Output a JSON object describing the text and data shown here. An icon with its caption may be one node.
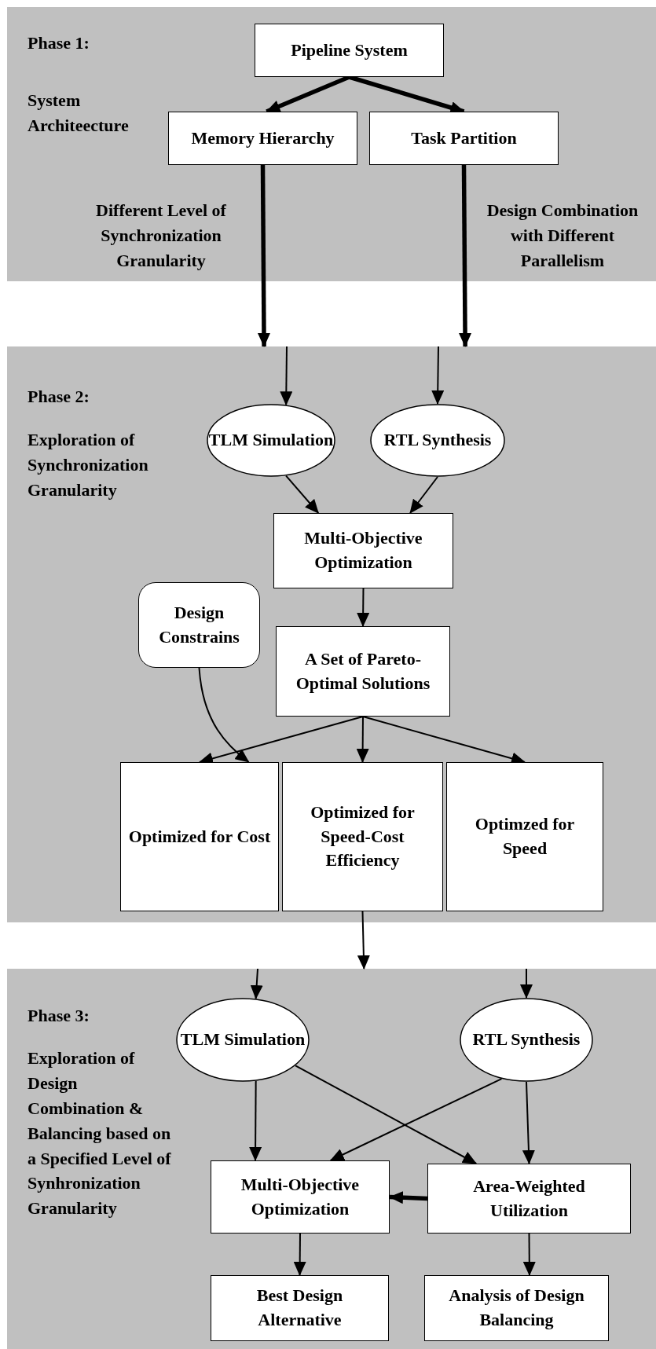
{
  "diagram": {
    "nodes": [
      {
        "text": [
          "Phase 1:",
          "System Architeecture"
        ]
      },
      {
        "text": [
          "Pipeline System"
        ],
        "in": 0
      },
      {
        "text": [
          "Memory Hierarchy"
        ],
        "in": 0
      },
      {
        "text": [
          "Task Partition"
        ],
        "in": 0
      },
      {
        "text": [
          "Phase 2:",
          "Exploration of Synchronization Granularity"
        ]
      },
      {
        "text": [
          "TLM Simulation"
        ],
        "in": 4
      },
      {
        "text": [
          "RTL Synthesis"
        ],
        "in": 4
      },
      {
        "text": [
          "Multi-Objective Optimization"
        ],
        "in": 4
      },
      {
        "text": [
          "Design Constrains"
        ],
        "in": 4
      },
      {
        "text": [
          "A Set of Pareto-Optimal Solutions"
        ],
        "in": 4
      },
      {
        "text": [
          "Optimized for Cost"
        ],
        "in": 4
      },
      {
        "text": [
          "Optimized for Speed-Cost Efficiency"
        ],
        "in": 4
      },
      {
        "text": [
          "Optimzed for Speed"
        ],
        "in": 4
      },
      {
        "text": [
          "Phase 3:",
          "Exploration of Design Combination & Balancing based on a Specified Level of Synhronization Granularity"
        ]
      },
      {
        "text": [
          "TLM Simulation"
        ],
        "in": 13
      },
      {
        "text": [
          "RTL Synthesis"
        ],
        "in": 13
      },
      {
        "text": [
          "Multi-Objective Optimization"
        ],
        "in": 13
      },
      {
        "text": [
          "Area-Weighted Utilization"
        ],
        "in": 13
      },
      {
        "text": [
          "Best Design Alternative"
        ],
        "in": 13
      },
      {
        "text": [
          "Analysis of Design Balancing"
        ],
        "in": 13
      }
    ],
    "edges": [
      {
        "from": 1,
        "to": 2,
        "arrow": "to",
        "style": "thick"
      },
      {
        "from": 1,
        "to": 3,
        "arrow": "to",
        "style": "thick"
      },
      {
        "from": 2,
        "to": 4,
        "arrow": "to",
        "style": "thick",
        "label": "Different Level of Synchronization Granularity"
      },
      {
        "from": 3,
        "to": 4,
        "arrow": "to",
        "style": "thick",
        "label": "Design Combination with Different Parallelism"
      },
      {
        "from": null,
        "to": 5,
        "arrow": "to"
      },
      {
        "from": null,
        "to": 6,
        "arrow": "to"
      },
      {
        "from": 5,
        "to": 7,
        "arrow": "to"
      },
      {
        "from": 6,
        "to": 7,
        "arrow": "to"
      },
      {
        "from": 7,
        "to": 9,
        "arrow": "to"
      },
      {
        "from": 8,
        "to": 10,
        "arrow": "to"
      },
      {
        "from": 9,
        "to": 10,
        "arrow": "to"
      },
      {
        "from": 9,
        "to": 11,
        "arrow": "to"
      },
      {
        "from": 9,
        "to": 12,
        "arrow": "to"
      },
      {
        "from": 11,
        "to": 13,
        "arrow": "to"
      },
      {
        "from": null,
        "to": 14,
        "arrow": "to"
      },
      {
        "from": null,
        "to": 15,
        "arrow": "to"
      },
      {
        "from": 14,
        "to": 16,
        "arrow": "to"
      },
      {
        "from": 14,
        "to": 17,
        "arrow": "to"
      },
      {
        "from": 15,
        "to": 16,
        "arrow": "to"
      },
      {
        "from": 15,
        "to": 17,
        "arrow": "to"
      },
      {
        "from": 17,
        "to": 16,
        "arrow": "to",
        "style": "thick"
      },
      {
        "from": 16,
        "to": 18,
        "arrow": "to"
      },
      {
        "from": 17,
        "to": 19,
        "arrow": "to"
      }
    ]
  }
}
